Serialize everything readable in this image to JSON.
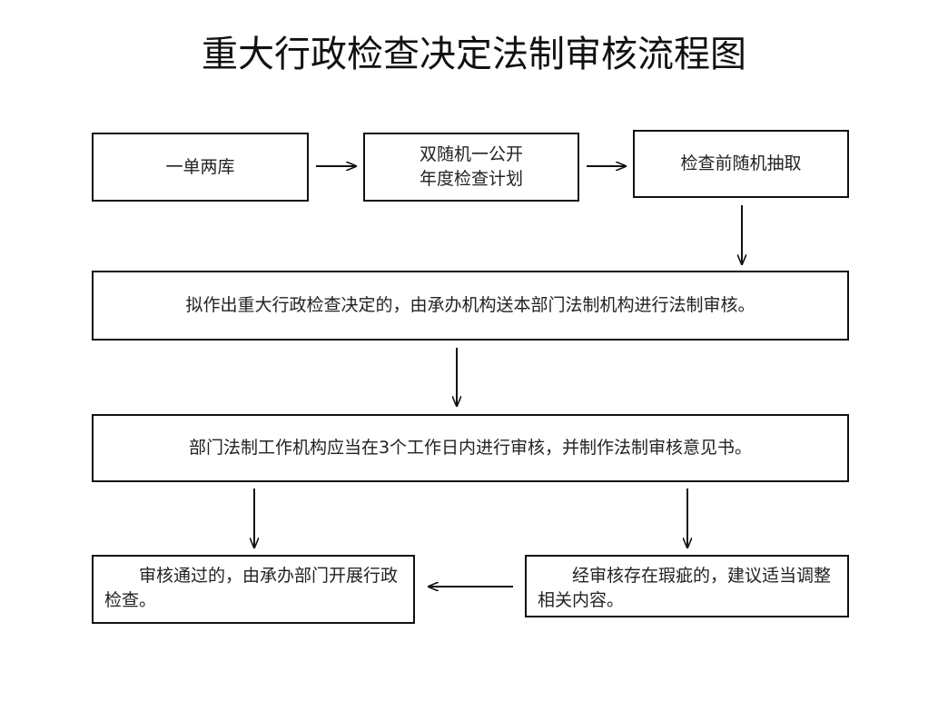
{
  "title": "重大行政检查决定法制审核流程图",
  "nodes": {
    "step1": "一单两库",
    "step2_line1": "双随机一公开",
    "step2_line2": "年度检查计划",
    "step3": "检查前随机抽取",
    "step4": "拟作出重大行政检查决定的，由承办机构送本部门法制机构进行法制审核。",
    "step5": "部门法制工作机构应当在3个工作日内进行审核，并制作法制审核意见书。",
    "result_pass": "审核通过的，由承办部门开展行政检查。",
    "result_flaw": "经审核存在瑕疵的，建议适当调整相关内容。"
  },
  "colors": {
    "border": "#111111",
    "text": "#222222",
    "background": "#ffffff"
  }
}
